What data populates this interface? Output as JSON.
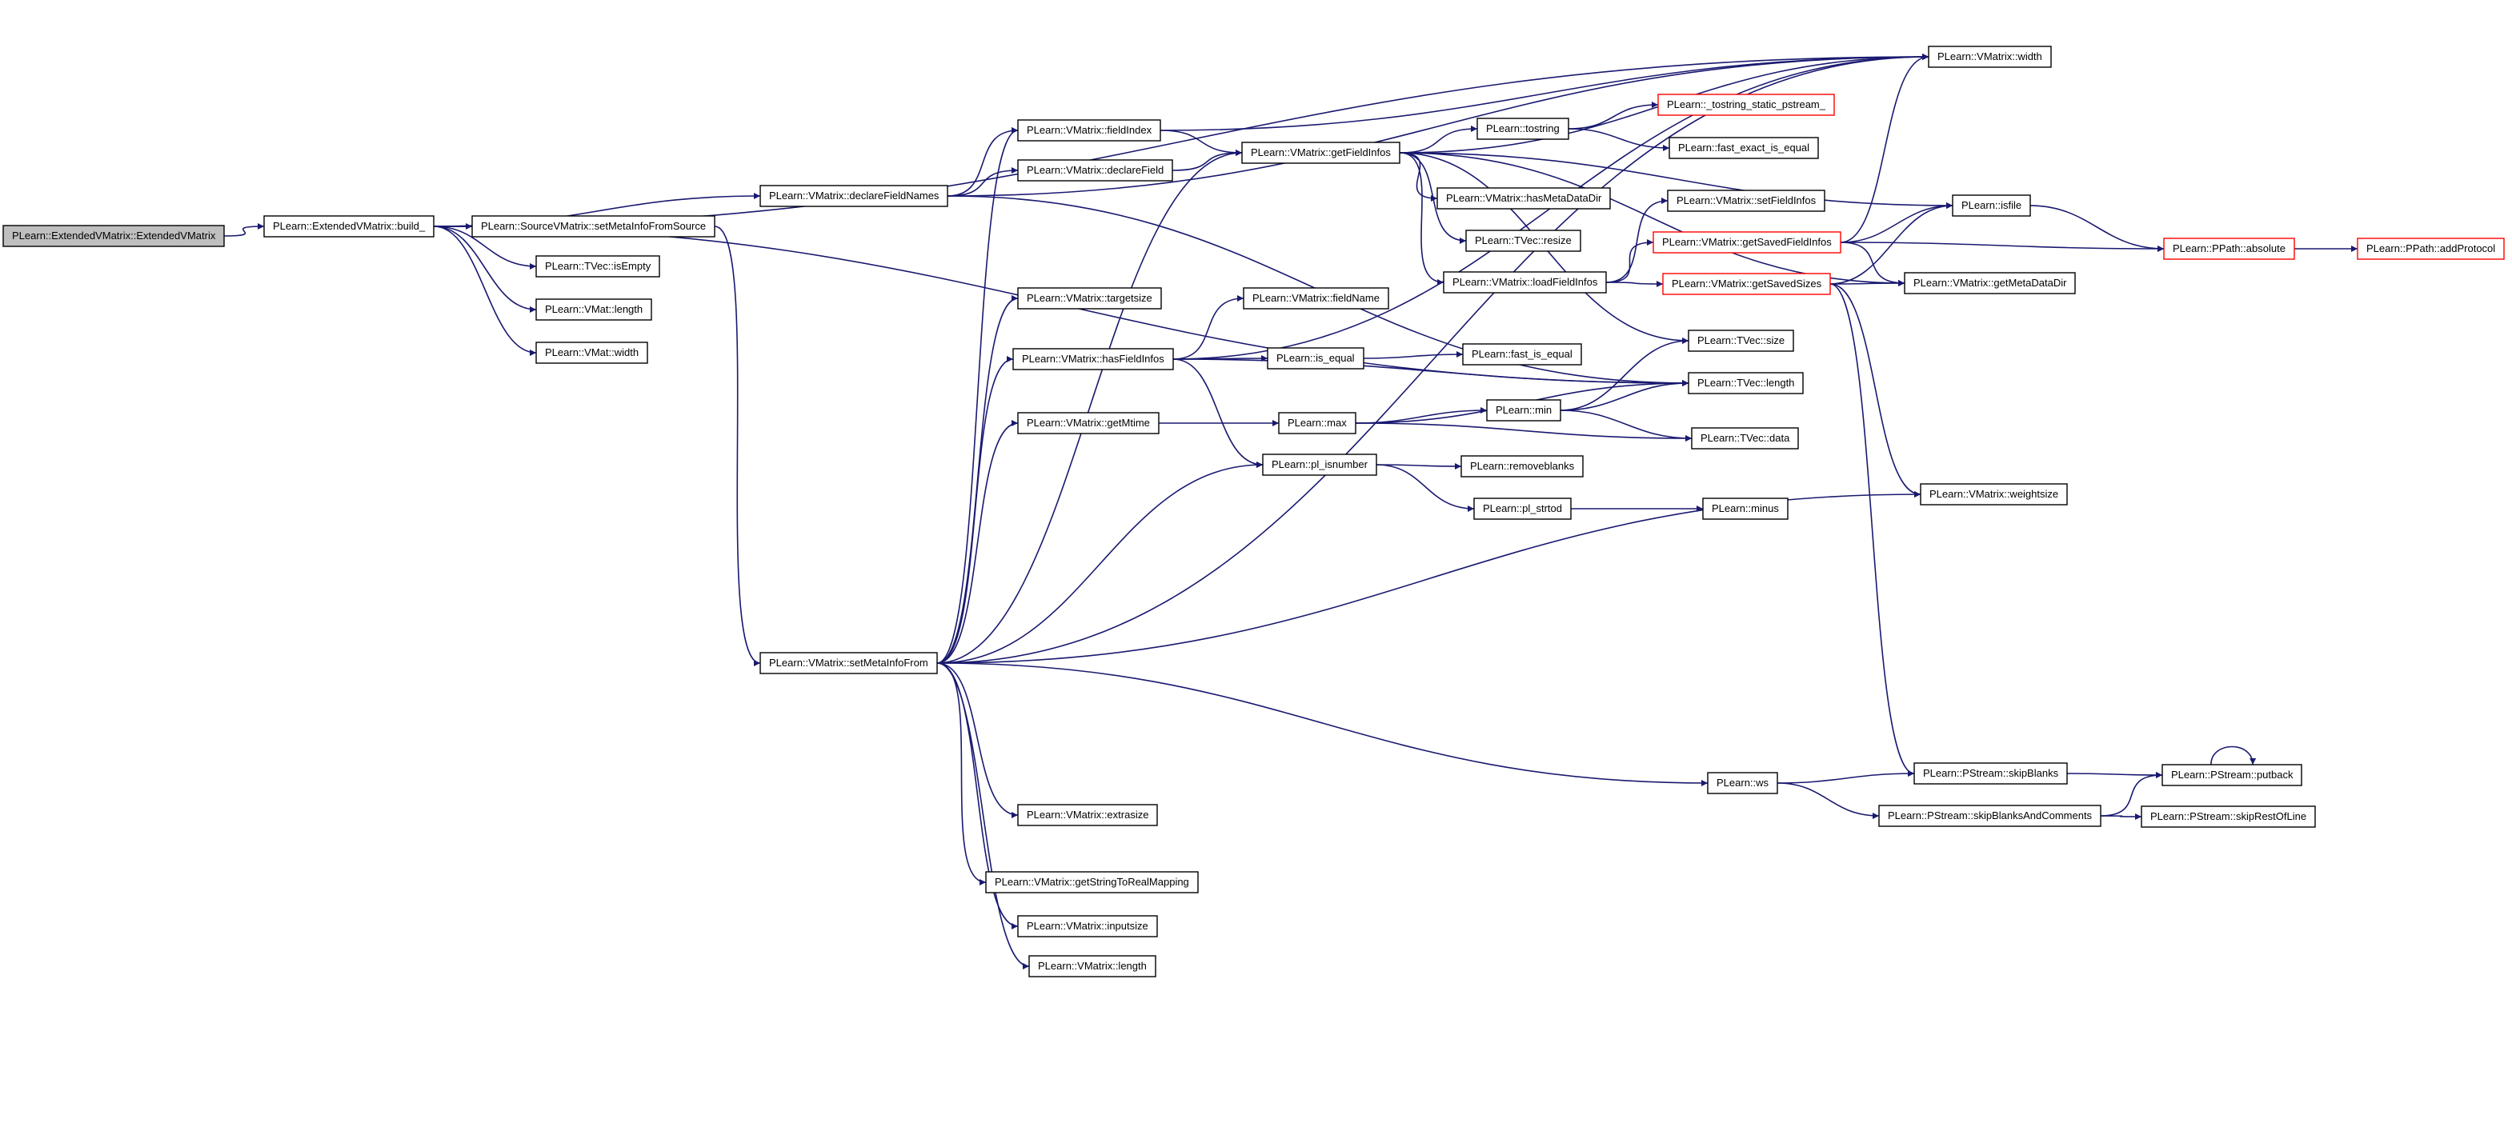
{
  "graph": {
    "edge_color": "#191970",
    "node_border": "#000000",
    "highlight_border": "#ff0000",
    "root_fill": "#bfbfbf",
    "nodes": [
      {
        "id": "evm",
        "label": "PLearn::ExtendedVMatrix::ExtendedVMatrix",
        "style": "root"
      },
      {
        "id": "build",
        "label": "PLearn::ExtendedVMatrix::build_"
      },
      {
        "id": "svm",
        "label": "PLearn::SourceVMatrix::setMetaInfoFromSource"
      },
      {
        "id": "isEmpty",
        "label": "PLearn::TVec::isEmpty"
      },
      {
        "id": "vmatLen",
        "label": "PLearn::VMat::length"
      },
      {
        "id": "vmatWidth",
        "label": "PLearn::VMat::width"
      },
      {
        "id": "declFN",
        "label": "PLearn::VMatrix::declareFieldNames"
      },
      {
        "id": "setMeta",
        "label": "PLearn::VMatrix::setMetaInfoFrom"
      },
      {
        "id": "fieldIndex",
        "label": "PLearn::VMatrix::fieldIndex"
      },
      {
        "id": "declField",
        "label": "PLearn::VMatrix::declareField"
      },
      {
        "id": "targetsize",
        "label": "PLearn::VMatrix::targetsize"
      },
      {
        "id": "hasFI",
        "label": "PLearn::VMatrix::hasFieldInfos"
      },
      {
        "id": "getMtime",
        "label": "PLearn::VMatrix::getMtime"
      },
      {
        "id": "extrasize",
        "label": "PLearn::VMatrix::extrasize"
      },
      {
        "id": "getStr",
        "label": "PLearn::VMatrix::getStringToRealMapping"
      },
      {
        "id": "inputsize",
        "label": "PLearn::VMatrix::inputsize"
      },
      {
        "id": "vmLength",
        "label": "PLearn::VMatrix::length"
      },
      {
        "id": "getFI",
        "label": "PLearn::VMatrix::getFieldInfos"
      },
      {
        "id": "fieldName",
        "label": "PLearn::VMatrix::fieldName"
      },
      {
        "id": "isEqual",
        "label": "PLearn::is_equal"
      },
      {
        "id": "max",
        "label": "PLearn::max"
      },
      {
        "id": "plIsNum",
        "label": "PLearn::pl_isnumber"
      },
      {
        "id": "tostring",
        "label": "PLearn::tostring"
      },
      {
        "id": "hasMDD",
        "label": "PLearn::VMatrix::hasMetaDataDir"
      },
      {
        "id": "resize",
        "label": "PLearn::TVec::resize"
      },
      {
        "id": "loadFI",
        "label": "PLearn::VMatrix::loadFieldInfos"
      },
      {
        "id": "fastEq",
        "label": "PLearn::fast_is_equal"
      },
      {
        "id": "min",
        "label": "PLearn::min"
      },
      {
        "id": "removeblanks",
        "label": "PLearn::removeblanks"
      },
      {
        "id": "strtod",
        "label": "PLearn::pl_strtod"
      },
      {
        "id": "ws",
        "label": "PLearn::ws"
      },
      {
        "id": "tsp",
        "label": "PLearn::_tostring_static_pstream_",
        "style": "red"
      },
      {
        "id": "fastExact",
        "label": "PLearn::fast_exact_is_equal"
      },
      {
        "id": "setFI",
        "label": "PLearn::VMatrix::setFieldInfos"
      },
      {
        "id": "getSFI",
        "label": "PLearn::VMatrix::getSavedFieldInfos",
        "style": "red"
      },
      {
        "id": "getSS",
        "label": "PLearn::VMatrix::getSavedSizes",
        "style": "red"
      },
      {
        "id": "tvecSize",
        "label": "PLearn::TVec::size"
      },
      {
        "id": "tvecLength",
        "label": "PLearn::TVec::length"
      },
      {
        "id": "tvecData",
        "label": "PLearn::TVec::data"
      },
      {
        "id": "minus",
        "label": "PLearn::minus"
      },
      {
        "id": "skipBlanks",
        "label": "PLearn::PStream::skipBlanks"
      },
      {
        "id": "skipBAC",
        "label": "PLearn::PStream::skipBlanksAndComments"
      },
      {
        "id": "vmWidth",
        "label": "PLearn::VMatrix::width"
      },
      {
        "id": "isfile",
        "label": "PLearn::isfile"
      },
      {
        "id": "getMDD",
        "label": "PLearn::VMatrix::getMetaDataDir"
      },
      {
        "id": "weightsize",
        "label": "PLearn::VMatrix::weightsize"
      },
      {
        "id": "putback",
        "label": "PLearn::PStream::putback"
      },
      {
        "id": "skipROL",
        "label": "PLearn::PStream::skipRestOfLine"
      },
      {
        "id": "absolute",
        "label": "PLearn::PPath::absolute",
        "style": "red"
      },
      {
        "id": "addProtocol",
        "label": "PLearn::PPath::addProtocol",
        "style": "red"
      }
    ]
  }
}
